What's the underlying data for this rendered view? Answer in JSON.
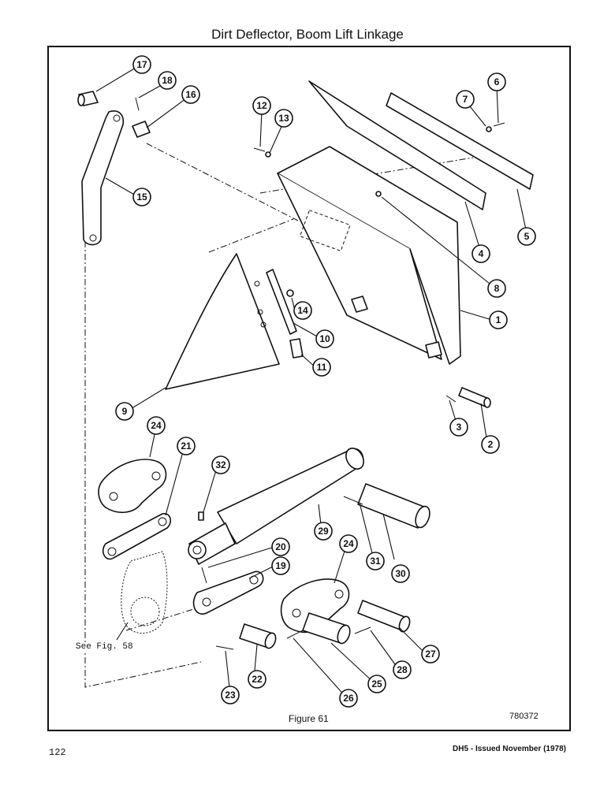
{
  "header": {
    "title": "Dirt Deflector, Boom Lift Linkage"
  },
  "figure": {
    "caption": "Figure 61",
    "number": "780372",
    "see_figure_note": "See Fig. 58",
    "callouts": [
      "1",
      "2",
      "3",
      "4",
      "5",
      "6",
      "7",
      "8",
      "9",
      "10",
      "11",
      "12",
      "13",
      "14",
      "15",
      "16",
      "17",
      "18",
      "19",
      "20",
      "21",
      "22",
      "23",
      "24",
      "24",
      "25",
      "26",
      "27",
      "28",
      "29",
      "30",
      "31",
      "32"
    ]
  },
  "footer": {
    "page_number": "122",
    "issue_note": "DH5 - Issued November (1978)"
  }
}
